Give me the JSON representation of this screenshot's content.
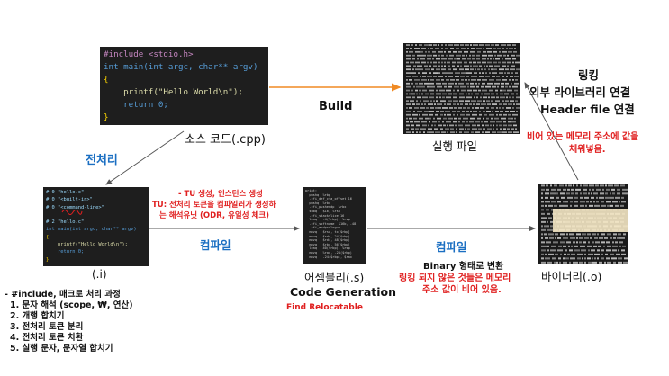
{
  "source_code": {
    "lines": [
      "#include <stdio.h>",
      "int main(int argc, char** argv)",
      "{",
      "    printf(\"Hello World\\n\");",
      "    return 0;",
      "}"
    ],
    "caption": "소스 코드(.cpp)"
  },
  "preprocessed_code": {
    "lines": [
      "# 0 \"hello.c\"",
      "# 0 \"<built-in>\"",
      "# 0 \"<command-line>\"",
      "",
      "# 2 \"hello.c\"",
      "int main(int argc, char** argv)",
      "{",
      "    printf(\"Hello World\\n\");",
      "    return 0;",
      "}"
    ],
    "caption": "(.i)"
  },
  "assembly_code": {
    "lines": [
      "print:",
      "  pushq  %rbp",
      "  .cfi_def_cfa_offset 16",
      "  pushq  %rbx",
      "  .cfi_pushendp  %rbx",
      "  subq   $16, %rsp",
      "  .cfi_stackslice 16",
      "  leaq   -4(%rbp), %rsp",
      "  .cfi_softname  $16b, -48",
      "  .cfi_endprologue",
      "  movq   $rsa, tx[$rbp]",
      "  movq   $rdx, 24($rbp)",
      "  movq   $rdi, 48($rbp)",
      "  movq   $rbx, 56($rbp)",
      "  leaq   40($rbp), %rsp",
      "  movq   %rax, -24($rbp)",
      "  movq   -24($rbp), $rax"
    ],
    "caption": "어셈블리(.s)"
  },
  "labels": {
    "build": "Build",
    "executable": "실행 파일",
    "linking_title": "링킹",
    "linking_line2": "외부 라이브러리 연결",
    "linking_line3": "Header file 연결",
    "linking_note_1": "비어 있는 메모리 주소에 값을",
    "linking_note_2": "채워넣음.",
    "preprocess": "전처리",
    "tu_note_1": "- TU 생성, 인스턴스 생성",
    "tu_note_2": "TU: 전처리 토큰을 컴파일러가 생성하",
    "tu_note_3": "는 해석유닛 (ODR, 유일성 체크)",
    "compile_1": "컴파일",
    "compile_2": "컴파일",
    "binary_1": "Binary 형태로 변환",
    "binary_2": "링킹 되지 않은 것들은 메모리",
    "binary_3": "주소 값이 비어 있음.",
    "object": "바이너리(.o)",
    "code_generation": "Code Generation",
    "relocatable": "Find Relocatable"
  },
  "preprocess_steps": {
    "header": "- #include, 매크로 처리 과정",
    "items": [
      "1.   문자 해석 (scope, ₩, 연산)",
      "2.   개행 합치기",
      "3.   전처리 토큰 분리",
      "4.   전처리 토큰 치환",
      "5.   실행 문자, 문자열 합치기"
    ]
  },
  "colors": {
    "build_arrow": "#f08a24",
    "heading_blue": "#1b6fc2",
    "note_red": "#e02020",
    "code_bg": "#1e1e1e"
  }
}
